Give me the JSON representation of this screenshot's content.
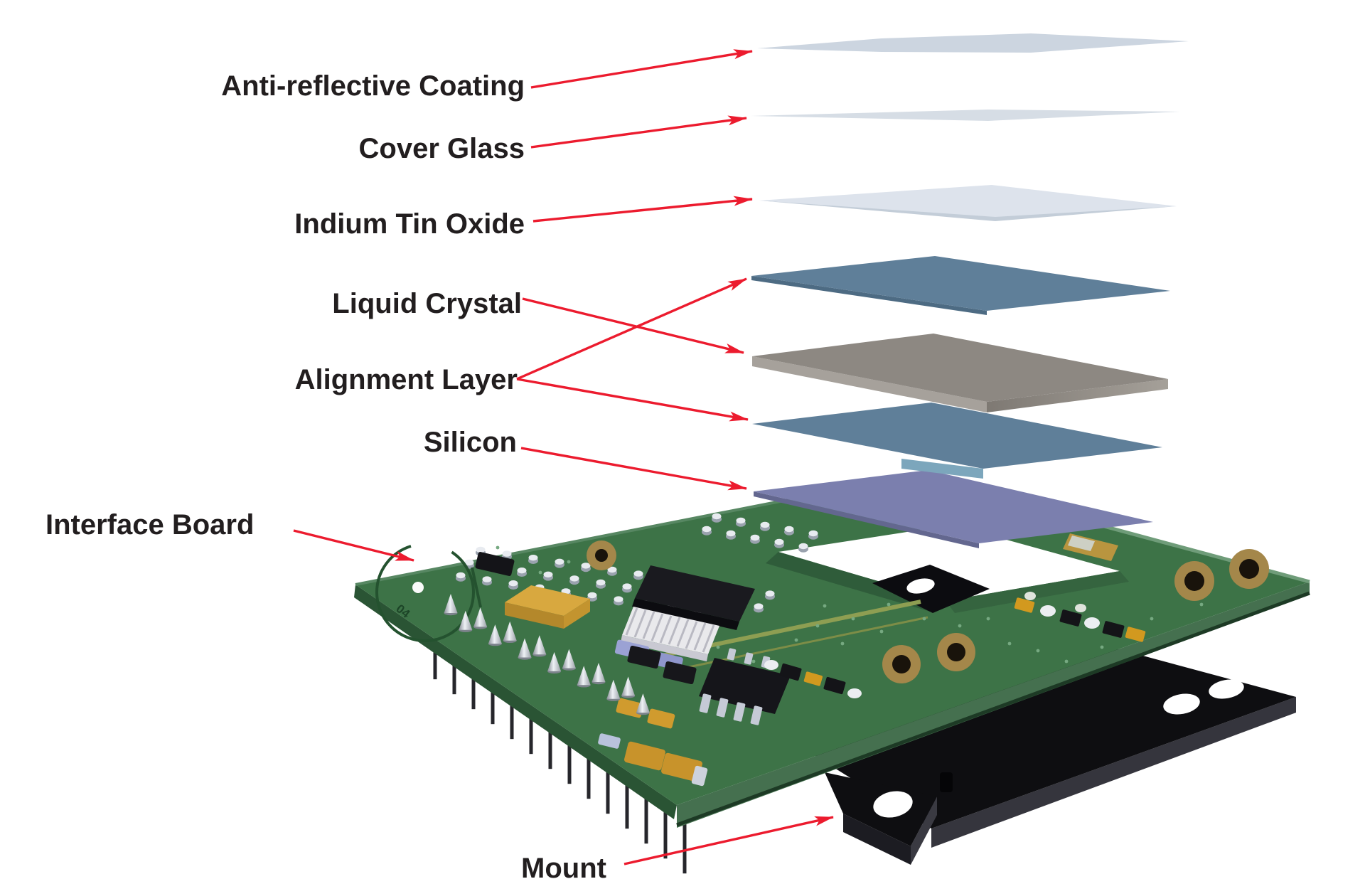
{
  "labels": [
    {
      "id": "anti-reflective-coating",
      "text": "Anti-reflective Coating"
    },
    {
      "id": "cover-glass",
      "text": "Cover Glass"
    },
    {
      "id": "indium-tin-oxide",
      "text": "Indium Tin Oxide"
    },
    {
      "id": "liquid-crystal",
      "text": "Liquid Crystal"
    },
    {
      "id": "alignment-layer",
      "text": "Alignment Layer"
    },
    {
      "id": "silicon",
      "text": "Silicon"
    },
    {
      "id": "interface-board",
      "text": "Interface Board"
    },
    {
      "id": "mount",
      "text": "Mount"
    }
  ],
  "pcb": {
    "marking": "04"
  },
  "colors": {
    "background": "#ffffff",
    "arrow": "#ec1b2e",
    "label_text": "#221e1f",
    "anti_reflective_coating": "#ccd5e0",
    "cover_glass": "#d6dde5",
    "indium_tin_oxide": "#dde3ec",
    "indium_tin_oxide_edge": "#c3cdd8",
    "alignment_layer_top": "#5f7f99",
    "alignment_layer_edge": "#7ca6bc",
    "liquid_crystal_top": "#8d8882",
    "liquid_crystal_left": "#a6a19b",
    "liquid_crystal_right": "#948f89",
    "silicon_top": "#7b7fae",
    "silicon_edge": "#63678f",
    "pcb_green": "#3d7347",
    "pcb_side": "#45704f",
    "pcb_side_dark": "#2a5434",
    "mount_black": "#0e0e11",
    "mount_side": "#35353d",
    "brass": "#a4874a"
  }
}
